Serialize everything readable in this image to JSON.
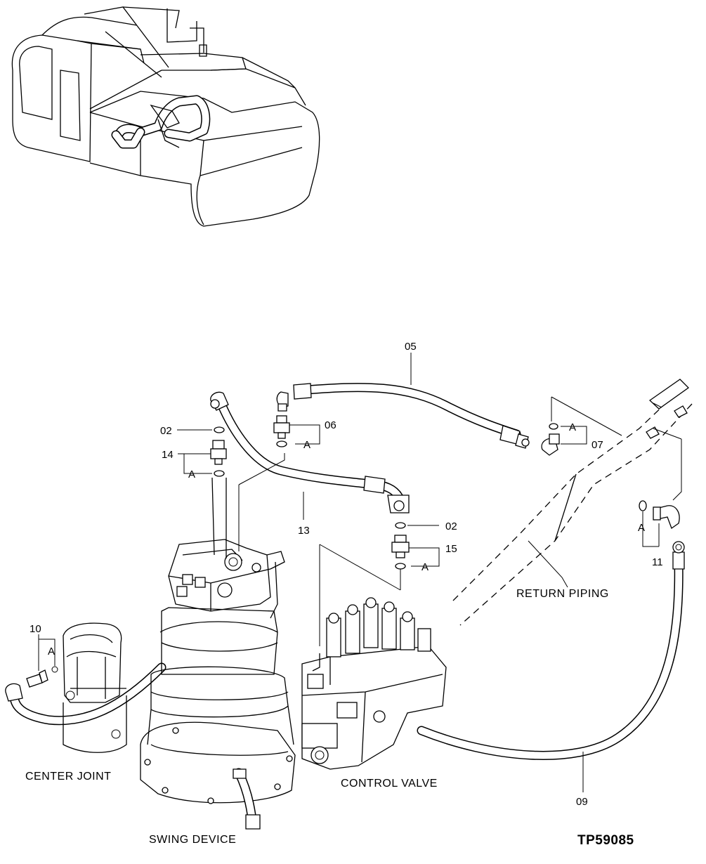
{
  "diagram": {
    "drawing_code": "TP59085",
    "callouts": {
      "p02_upper": "02",
      "p02_lower": "02",
      "p05": "05",
      "p06": "06",
      "p07": "07",
      "p09": "09",
      "p10": "10",
      "p11": "11",
      "p13": "13",
      "p14": "14",
      "p15": "15"
    },
    "detail_marks": {
      "a1": "A",
      "a2": "A",
      "a3": "A",
      "a4": "A",
      "a5": "A",
      "a6": "A"
    },
    "component_labels": {
      "return_piping": "RETURN PIPING",
      "center_joint": "CENTER JOINT",
      "control_valve": "CONTROL VALVE",
      "swing_device": "SWING DEVICE"
    }
  }
}
